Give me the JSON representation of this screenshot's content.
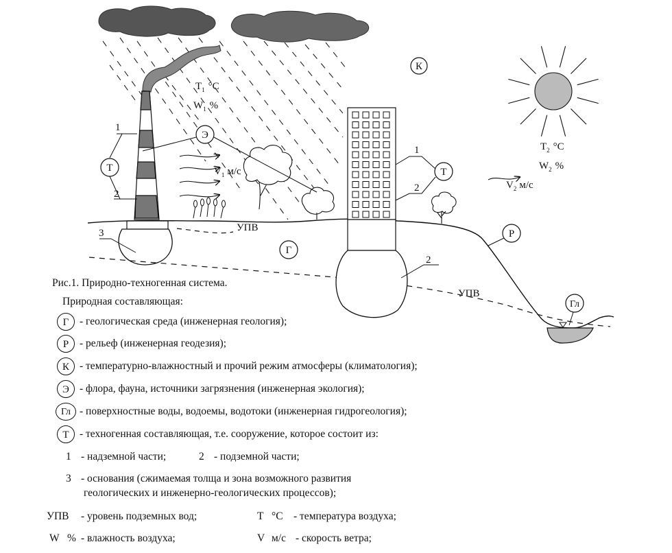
{
  "labels": {
    "K": "К",
    "G": "Г",
    "R": "Р",
    "E": "Э",
    "T": "Т",
    "Gl": "Гл",
    "upv": "УПВ",
    "num1": "1",
    "num2": "2",
    "num3": "3",
    "t1": "T",
    "t1_sub": "1",
    "t1_unit": "°C",
    "w1": "W",
    "w1_sub": "1",
    "w1_unit": "%",
    "t2": "T",
    "t2_sub": "2",
    "t2_unit": "°C",
    "w2": "W",
    "w2_sub": "2",
    "w2_unit": "%",
    "v1": "V",
    "v1_sub": "1",
    "v1_unit": "м/с",
    "v2": "V",
    "v2_sub": "2",
    "v2_unit": "м/с"
  },
  "caption": {
    "title": "Рис.1. Природно-техногенная система.",
    "subtitle": "Природная составляющая:",
    "items": [
      {
        "sym": "Г",
        "text": "- геологическая среда (инженерная геология);"
      },
      {
        "sym": "Р",
        "text": "- рельеф (инженерная геодезия);"
      },
      {
        "sym": "К",
        "text": "- температурно-влажностный и прочий режим атмосферы (климатология);"
      },
      {
        "sym": "Э",
        "text": "- флора, фауна, источники загрязнения (инженерная экология);"
      },
      {
        "sym": "Гл",
        "text": "- поверхностные воды, водоемы, водотоки (инженерная гидрогеология);"
      },
      {
        "sym": "Т",
        "text": "- техногенная составляющая, т.е. сооружение, которое состоит из:"
      }
    ],
    "parts": {
      "p1_num": "1",
      "p1_text": "- надземной части;",
      "p2_num": "2",
      "p2_text": "- подземной части;",
      "p3_num": "3",
      "p3_line1": "- основания (сжимаемая толща и зона возможного развития",
      "p3_line2": "геологических и инженерно-геологических процессов);"
    },
    "defs": {
      "upv_sym": "УПВ",
      "upv_text": "- уровень подземных вод;",
      "t_sym": "T",
      "t_unit": "°C",
      "t_text": "- температура воздуха;",
      "w_sym": "W",
      "w_unit": "%",
      "w_text": "- влажность воздуха;",
      "v_sym": "V",
      "v_unit": "м/с",
      "v_text": "- скорость ветра;"
    }
  }
}
